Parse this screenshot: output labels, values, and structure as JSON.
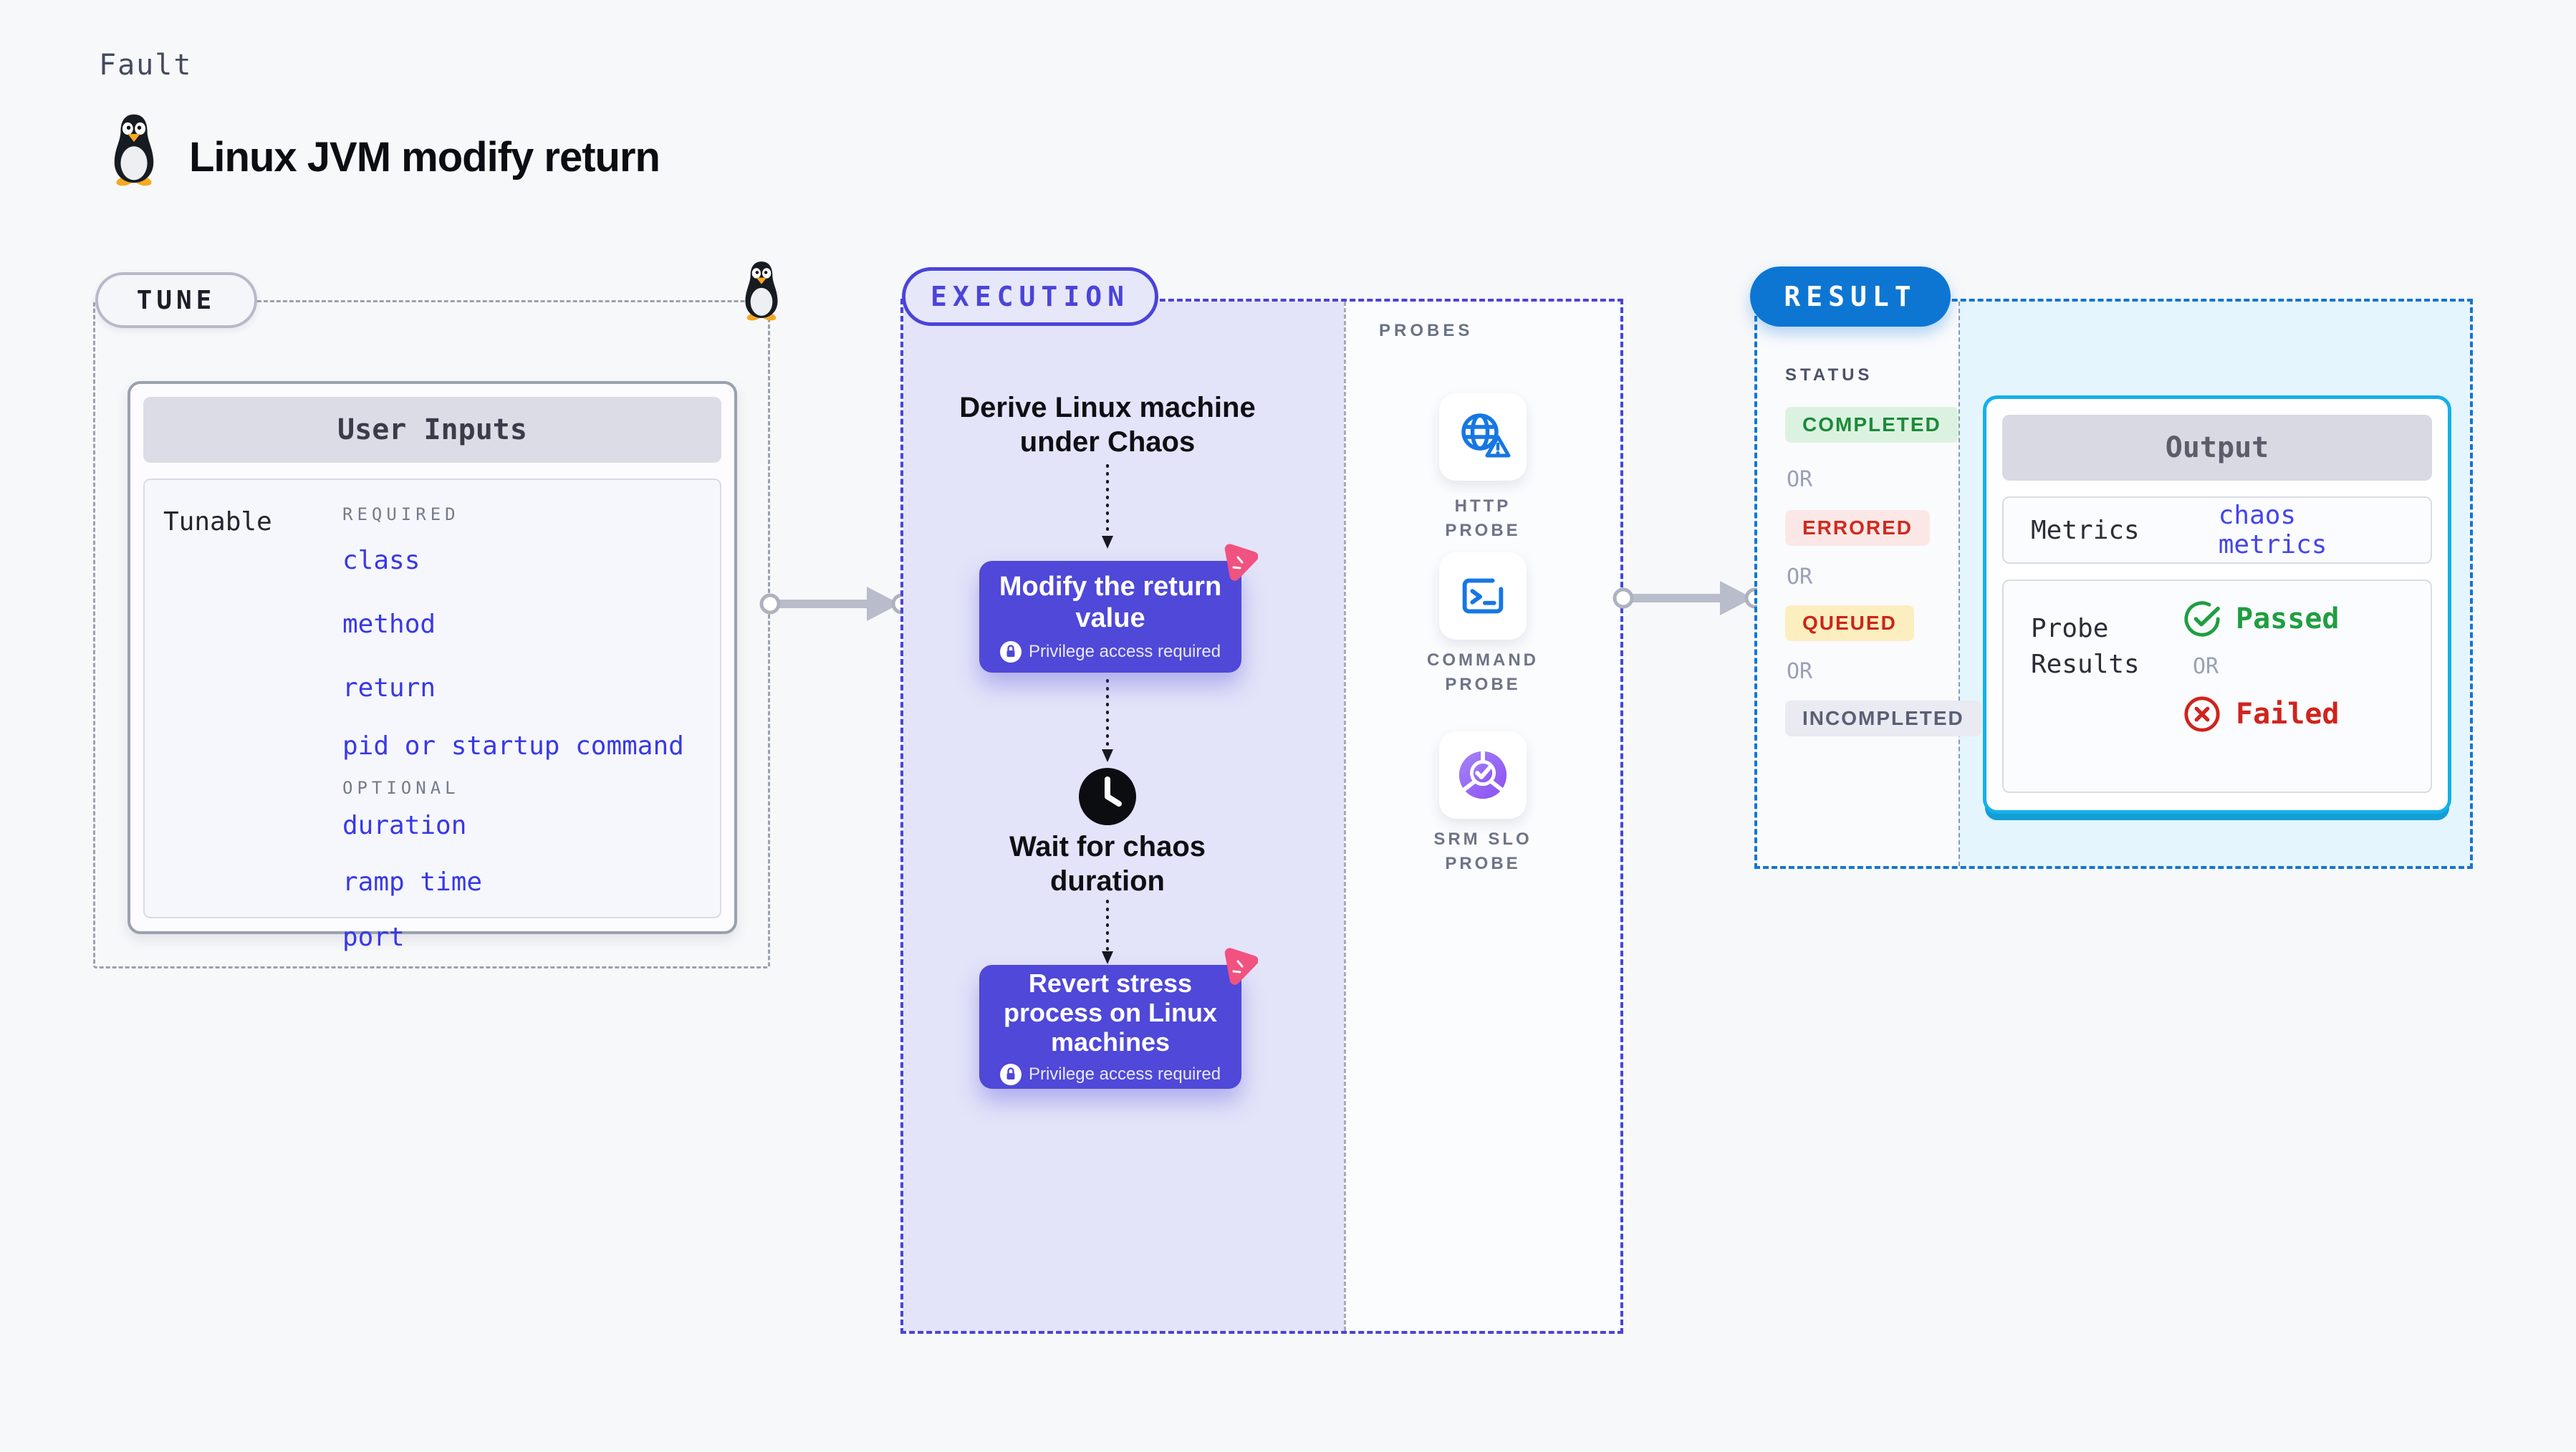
{
  "page": {
    "kicker": "Fault",
    "title": "Linux JVM modify return"
  },
  "colors": {
    "page_bg": "#f7f8fa",
    "indigo_accent": "#4a44da",
    "purple_card": "#4f48d8",
    "pink_logo": "#f1527f",
    "lavender_zone": "#e3e4f9",
    "result_blue": "#0d76d3",
    "cyan_border": "#14b0e8",
    "cyan_zone": "#e4f5fd",
    "param_blue": "#3838e8",
    "probe_blue": "#1677e2",
    "passed_green": "#1f9e40",
    "failed_red": "#d0241c"
  },
  "tune": {
    "badge": "TUNE",
    "card_title": "User Inputs",
    "row_label": "Tunable",
    "required_label": "REQUIRED",
    "required_items": [
      "class",
      "method",
      "return",
      "pid or startup command"
    ],
    "optional_label": "OPTIONAL",
    "optional_items": [
      "duration",
      "ramp time",
      "port"
    ]
  },
  "execution": {
    "badge": "EXECUTION",
    "step1": "Derive Linux machine under Chaos",
    "card1_title": "Modify the return value",
    "privilege_note": "Privilege access required",
    "step2": "Wait for chaos duration",
    "card2_title": "Revert stress process on Linux machines"
  },
  "probes": {
    "label": "PROBES",
    "items": [
      {
        "label": "HTTP PROBE",
        "icon": "http-globe-warning-icon"
      },
      {
        "label": "COMMAND PROBE",
        "icon": "command-terminal-icon"
      },
      {
        "label": "SRM SLO PROBE",
        "icon": "srm-slo-donut-icon"
      }
    ]
  },
  "result": {
    "badge": "RESULT",
    "status_label": "STATUS",
    "or_label": "OR",
    "statuses": [
      {
        "label": "COMPLETED",
        "text_color": "#1c8a3a",
        "bg": "#dcf2e0"
      },
      {
        "label": "ERRORED",
        "text_color": "#d02a20",
        "bg": "#fbe8e6"
      },
      {
        "label": "QUEUED",
        "text_color": "#c8261a",
        "bg": "#fdeec0"
      },
      {
        "label": "INCOMPLETED",
        "text_color": "#596074",
        "bg": "#e9eaf2"
      }
    ],
    "output": {
      "title": "Output",
      "metrics_label": "Metrics",
      "metrics_value": "chaos metrics",
      "probe_results_label": "Probe Results",
      "passed_label": "Passed",
      "failed_label": "Failed"
    }
  }
}
